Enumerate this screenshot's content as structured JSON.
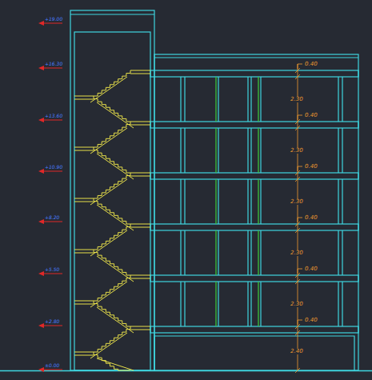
{
  "diagram": {
    "labels": [
      "+19.00",
      "+16.30",
      "+13.60",
      "+10.90",
      "+8.20",
      "+5.50",
      "+2.80",
      "±0.00",
      "0.40",
      "2.30",
      "0.40",
      "2.30",
      "0.40",
      "2.30",
      "0.40",
      "2.30",
      "0.40",
      "2.30",
      "0.40",
      "2.40"
    ]
  }
}
